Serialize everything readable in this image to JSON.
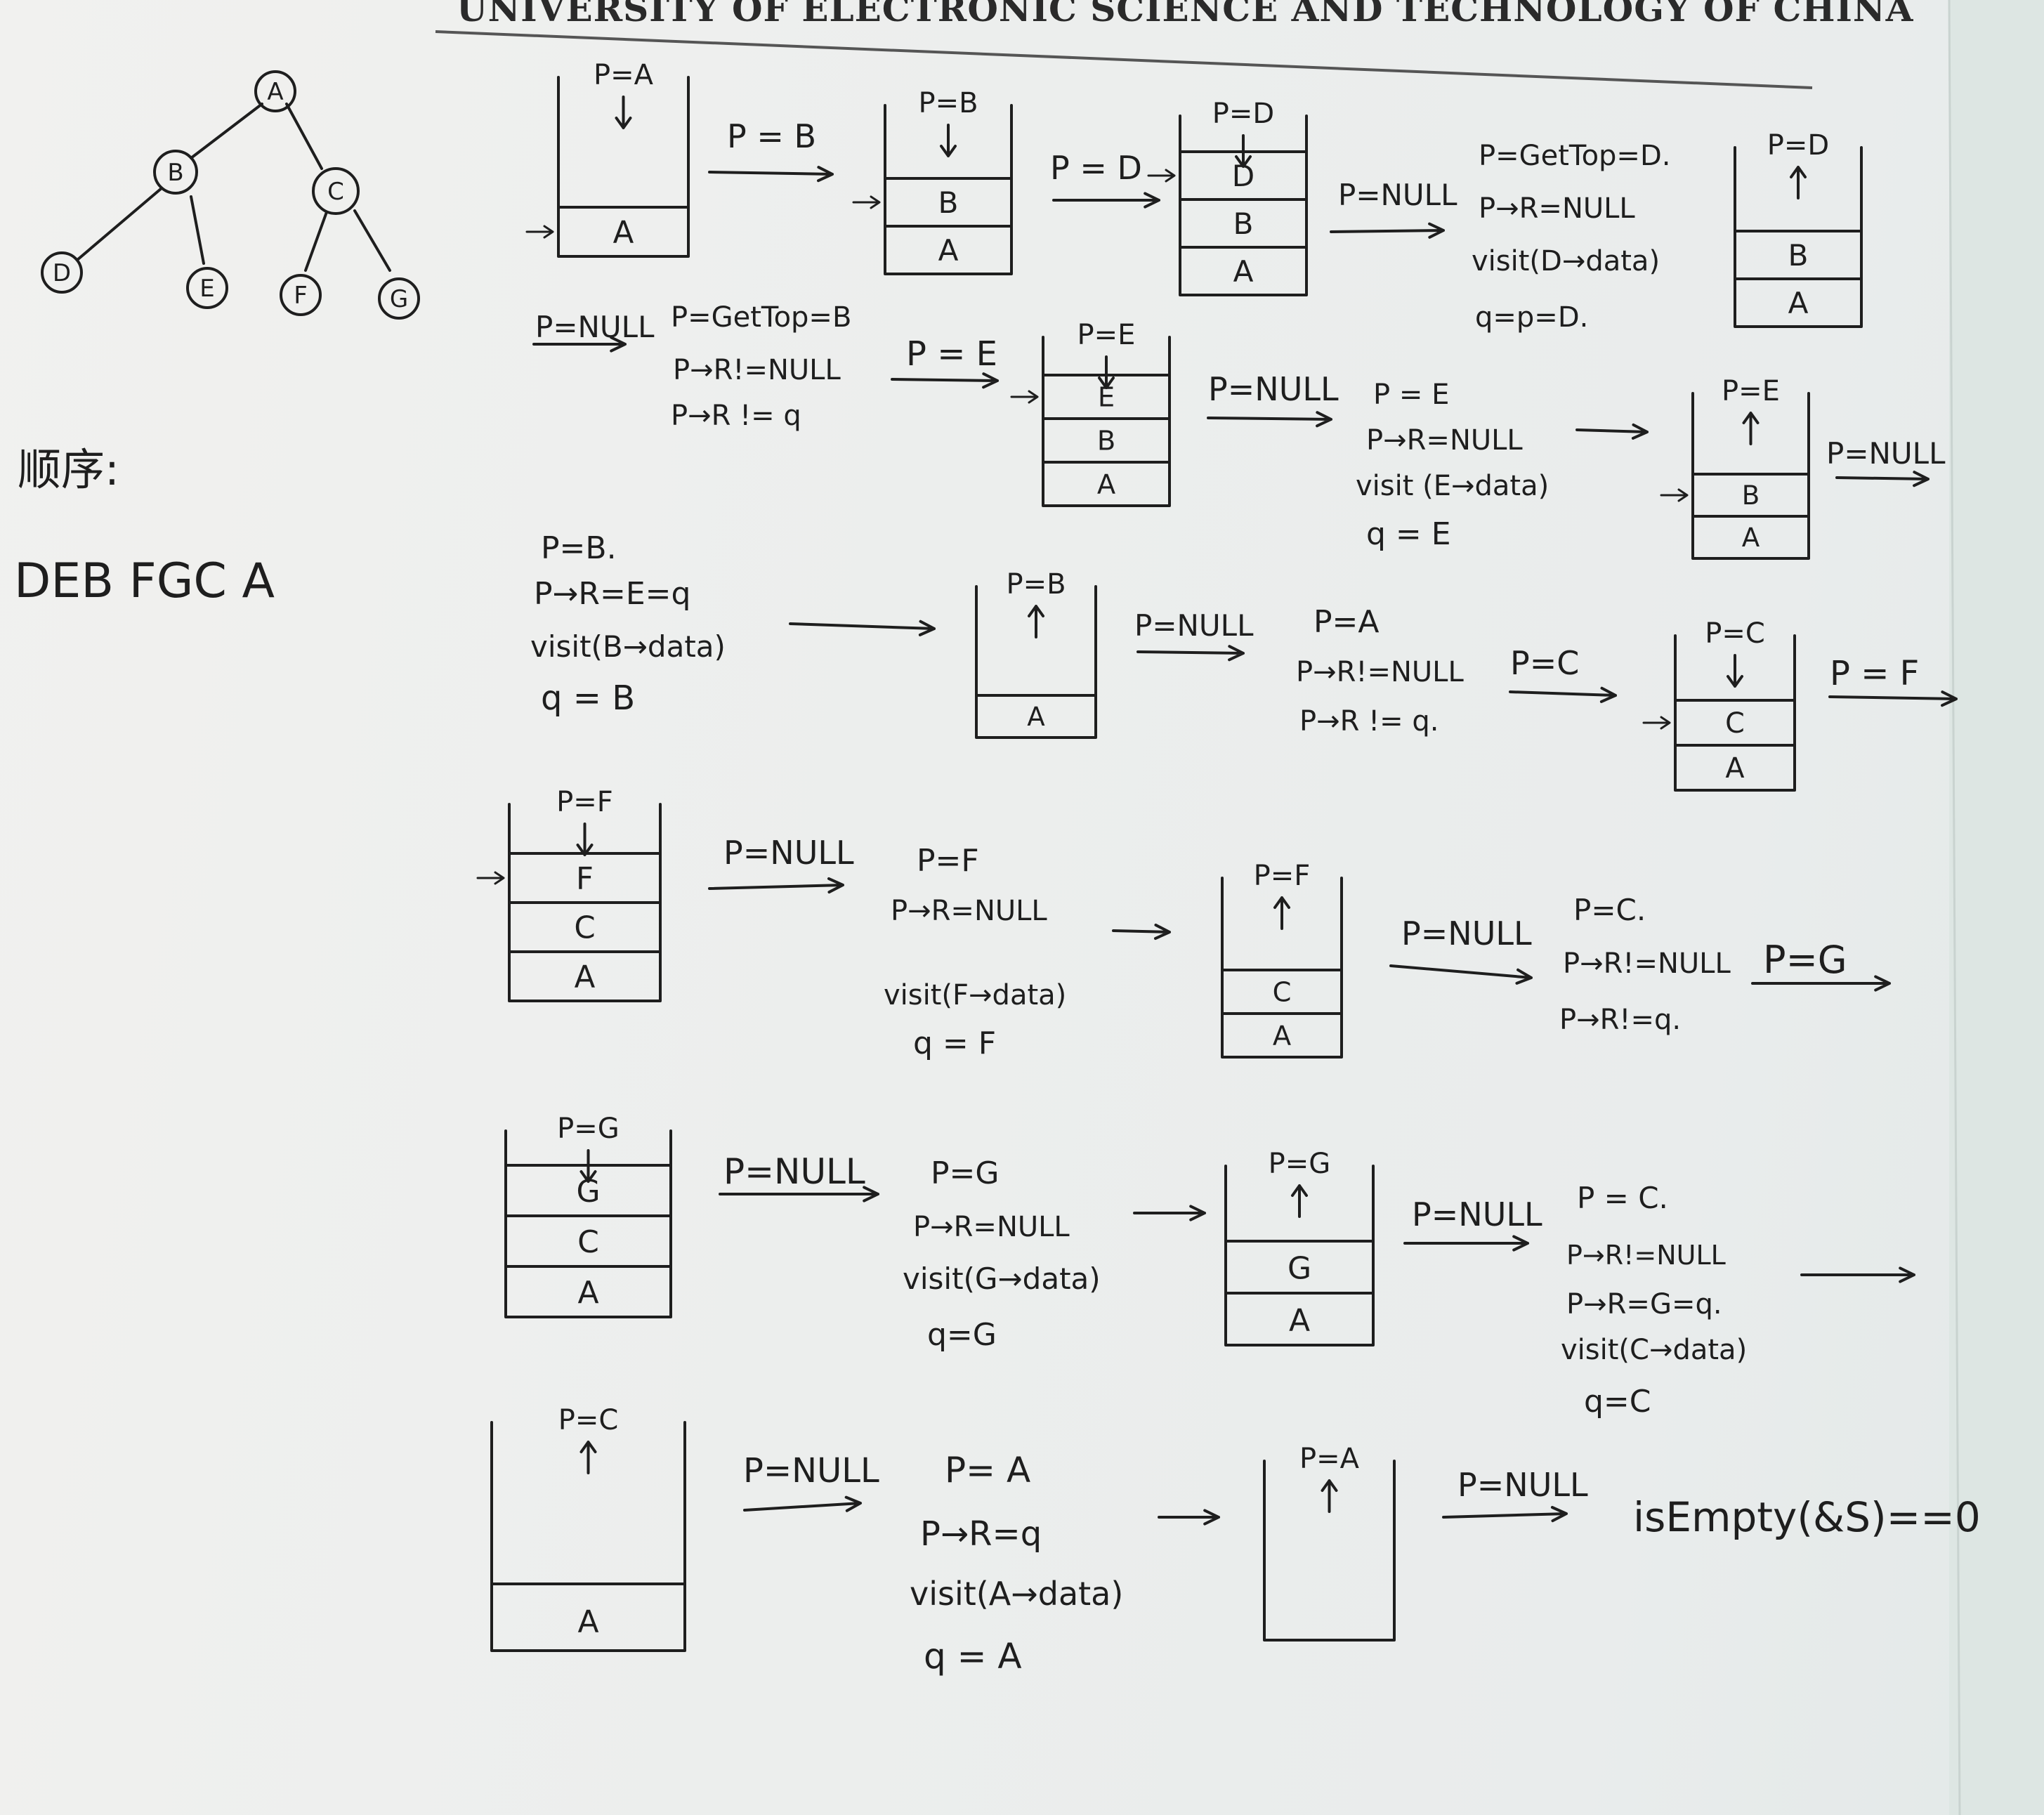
{
  "header": "UNIVERSITY OF ELECTRONIC SCIENCE AND TECHNOLOGY OF CHINA",
  "tree": {
    "A": "A",
    "B": "B",
    "C": "C",
    "D": "D",
    "E": "E",
    "F": "F",
    "G": "G"
  },
  "order_label": "顺序:",
  "order_value": "DEB FGC A",
  "stacks": [
    {
      "top": "P=A",
      "dir": "down",
      "items": [
        "A"
      ]
    },
    {
      "top": "P=B",
      "dir": "down",
      "items": [
        "B",
        "A"
      ]
    },
    {
      "top": "P=D",
      "dir": "down",
      "items": [
        "D",
        "B",
        "A"
      ]
    },
    {
      "top": "P=D",
      "dir": "up",
      "items": [
        "B",
        "A"
      ]
    },
    {
      "top": "P=E",
      "dir": "down",
      "items": [
        "E",
        "B",
        "A"
      ]
    },
    {
      "top": "P=E",
      "dir": "up",
      "items": [
        "B",
        "A"
      ]
    },
    {
      "top": "P=B",
      "dir": "up",
      "items": [
        "A"
      ]
    },
    {
      "top": "P=C",
      "dir": "down",
      "items": [
        "C",
        "A"
      ]
    },
    {
      "top": "P=F",
      "dir": "down",
      "items": [
        "F",
        "C",
        "A"
      ]
    },
    {
      "top": "P=F",
      "dir": "up",
      "items": [
        "C",
        "A"
      ]
    },
    {
      "top": "P=G",
      "dir": "down",
      "items": [
        "G",
        "C",
        "A"
      ]
    },
    {
      "top": "P=G",
      "dir": "up",
      "items": [
        "G",
        "A"
      ]
    },
    {
      "top": "P=C",
      "dir": "up",
      "items": [
        "A"
      ]
    },
    {
      "top": "P=A",
      "dir": "up",
      "items": []
    }
  ],
  "arrows": {
    "r1a": "P = B",
    "r1b": "P = D",
    "r1c": "P=NULL",
    "r2a": "P=NULL",
    "r2b": "P = E",
    "r2c": "P=NULL",
    "r2d": "P=NULL",
    "r3a": "P=NULL",
    "r3b": "P=C",
    "r3c": "P = F",
    "r4a": "P=NULL",
    "r4b": "P=NULL",
    "r4c": "P=G",
    "r5a": "P=NULL",
    "r5b": "P=NULL",
    "r6a": "P=NULL",
    "r6b": "P=NULL"
  },
  "notes": {
    "n1": [
      "P=GetTop=D.",
      "P→R=NULL",
      "visit(D→data)",
      "q=p=D."
    ],
    "n2": [
      "P=GetTop=B",
      "P→R!=NULL",
      "P→R != q"
    ],
    "n3": [
      "P = E",
      "P→R=NULL",
      "visit (E→data)",
      "q = E"
    ],
    "n4": [
      "P=B.",
      "P→R=E=q",
      "visit(B→data)",
      "q = B"
    ],
    "n5": [
      "P=A",
      "P→R!=NULL",
      "P→R != q."
    ],
    "n6": [
      "P=F",
      "P→R=NULL",
      "visit(F→data)",
      "q = F"
    ],
    "n7": [
      "P=C.",
      "P→R!=NULL",
      "P→R!=q."
    ],
    "n8": [
      "P=G",
      "P→R=NULL",
      "visit(G→data)",
      "q=G"
    ],
    "n9": [
      "P = C.",
      "P→R!=NULL",
      "P→R=G=q.",
      "visit(C→data)",
      "q=C"
    ],
    "n10": [
      "P= A",
      "P→R=q",
      "visit(A→data)",
      "q = A"
    ]
  },
  "final": "isEmpty(&S)==0"
}
